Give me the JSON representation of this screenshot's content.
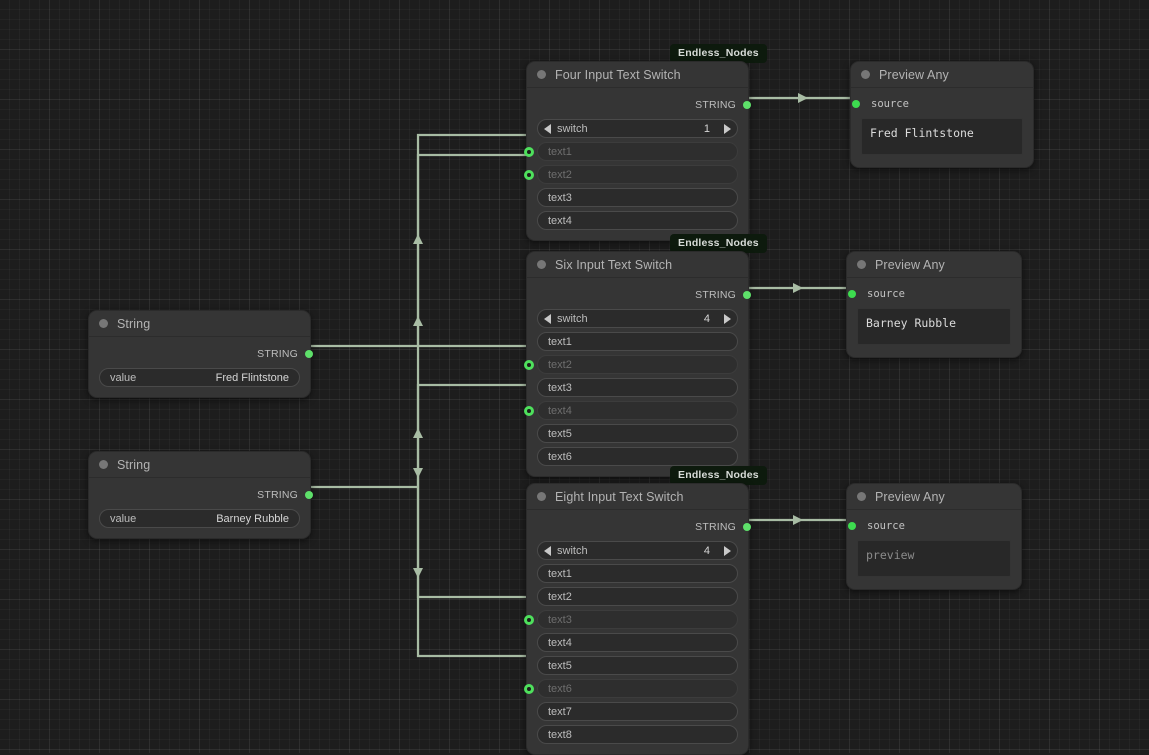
{
  "app": {
    "background": "#1d1d1d",
    "accent_green": "#4ee05c",
    "wire_color": "#a8bca4",
    "badge_text": "Endless_Nodes"
  },
  "nodes": [
    {
      "id": "string-fred",
      "title": "String",
      "output_label": "STRING",
      "widgets": [
        {
          "name": "value",
          "value": "Fred Flintstone",
          "dim": false
        }
      ]
    },
    {
      "id": "string-barney",
      "title": "String",
      "output_label": "STRING",
      "widgets": [
        {
          "name": "value",
          "value": "Barney Rubble",
          "dim": false
        }
      ]
    },
    {
      "id": "four-input-text-switch",
      "title": "Four Input Text Switch",
      "badge": "Endless_Nodes",
      "output_label": "STRING",
      "combo": {
        "name": "switch",
        "value": "1",
        "left_icon": "triangle-left-icon",
        "right_icon": "triangle-right-icon"
      },
      "inputs": [
        {
          "name": "text1",
          "connected": true
        },
        {
          "name": "text2",
          "connected": true
        },
        {
          "name": "text3",
          "connected": false
        },
        {
          "name": "text4",
          "connected": false
        }
      ]
    },
    {
      "id": "six-input-text-switch",
      "title": "Six Input Text Switch",
      "badge": "Endless_Nodes",
      "output_label": "STRING",
      "combo": {
        "name": "switch",
        "value": "4",
        "left_icon": "triangle-left-icon",
        "right_icon": "triangle-right-icon"
      },
      "inputs": [
        {
          "name": "text1",
          "connected": false
        },
        {
          "name": "text2",
          "connected": true
        },
        {
          "name": "text3",
          "connected": false
        },
        {
          "name": "text4",
          "connected": true
        },
        {
          "name": "text5",
          "connected": false
        },
        {
          "name": "text6",
          "connected": false
        }
      ]
    },
    {
      "id": "eight-input-text-switch",
      "title": "Eight Input Text Switch",
      "badge": "Endless_Nodes",
      "output_label": "STRING",
      "combo": {
        "name": "switch",
        "value": "4",
        "left_icon": "triangle-left-icon",
        "right_icon": "triangle-right-icon"
      },
      "inputs": [
        {
          "name": "text1",
          "connected": false
        },
        {
          "name": "text2",
          "connected": false
        },
        {
          "name": "text3",
          "connected": true
        },
        {
          "name": "text4",
          "connected": false
        },
        {
          "name": "text5",
          "connected": false
        },
        {
          "name": "text6",
          "connected": true
        },
        {
          "name": "text7",
          "connected": false
        },
        {
          "name": "text8",
          "connected": false
        }
      ]
    },
    {
      "id": "preview-any-1",
      "title": "Preview Any",
      "input_label": "source",
      "preview_text": "Fred Flintstone",
      "is_placeholder": false
    },
    {
      "id": "preview-any-2",
      "title": "Preview Any",
      "input_label": "source",
      "preview_text": "Barney Rubble",
      "is_placeholder": false
    },
    {
      "id": "preview-any-3",
      "title": "Preview Any",
      "input_label": "source",
      "preview_text": "preview",
      "is_placeholder": true
    }
  ],
  "labels": {
    "n0_title": "String",
    "n0_out": "STRING",
    "n0_w0_name": "value",
    "n0_w0_val": "Fred Flintstone",
    "n1_title": "String",
    "n1_out": "STRING",
    "n1_w0_name": "value",
    "n1_w0_val": "Barney Rubble",
    "n2_title": "Four Input Text Switch",
    "n2_badge": "Endless_Nodes",
    "n2_out": "STRING",
    "n2_combo_name": "switch",
    "n2_combo_val": "1",
    "n2_i0": "text1",
    "n2_i1": "text2",
    "n2_i2": "text3",
    "n2_i3": "text4",
    "n3_title": "Six Input Text Switch",
    "n3_badge": "Endless_Nodes",
    "n3_out": "STRING",
    "n3_combo_name": "switch",
    "n3_combo_val": "4",
    "n3_i0": "text1",
    "n3_i1": "text2",
    "n3_i2": "text3",
    "n3_i3": "text4",
    "n3_i4": "text5",
    "n3_i5": "text6",
    "n4_title": "Eight Input Text Switch",
    "n4_badge": "Endless_Nodes",
    "n4_out": "STRING",
    "n4_combo_name": "switch",
    "n4_combo_val": "4",
    "n4_i0": "text1",
    "n4_i1": "text2",
    "n4_i2": "text3",
    "n4_i3": "text4",
    "n4_i4": "text5",
    "n4_i5": "text6",
    "n4_i6": "text7",
    "n4_i7": "text8",
    "p0_title": "Preview Any",
    "p0_src": "source",
    "p0_text": "Fred Flintstone",
    "p1_title": "Preview Any",
    "p1_src": "source",
    "p1_text": "Barney Rubble",
    "p2_title": "Preview Any",
    "p2_src": "source",
    "p2_text": "preview"
  }
}
